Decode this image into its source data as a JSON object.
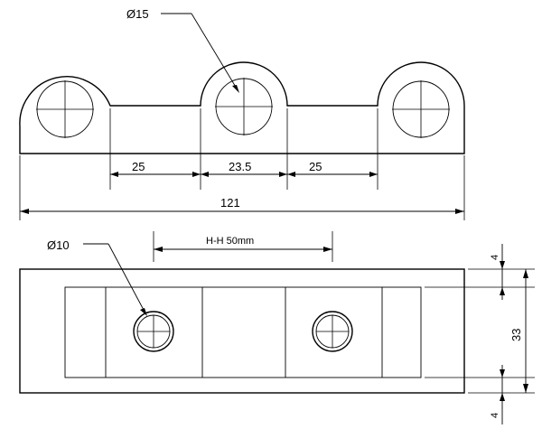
{
  "top_view": {
    "hole_diameter_label": "Ø15",
    "dim_left_gap": "25",
    "dim_center_gap": "23.5",
    "dim_right_gap": "25",
    "dim_overall_length": "121"
  },
  "bottom_view": {
    "hole_diameter_label": "Ø10",
    "hole_spacing_label": "H-H 50mm",
    "dim_top_margin": "4",
    "dim_height": "33",
    "dim_bottom_margin": "4"
  }
}
